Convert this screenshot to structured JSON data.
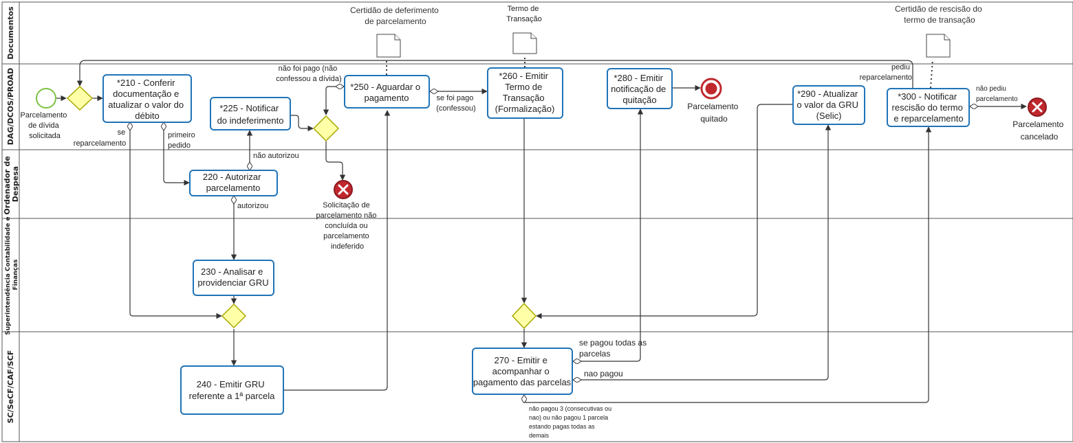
{
  "lanes": [
    {
      "id": "documentos",
      "label": "Documentos"
    },
    {
      "id": "dag",
      "label": "DAG/DCOS/PROAD"
    },
    {
      "id": "ordenador",
      "label_lines": [
        "Ordenador de",
        "Despesa"
      ]
    },
    {
      "id": "super",
      "label_lines": [
        "Superintendência Contabilidade e",
        "Finanças"
      ]
    },
    {
      "id": "sc",
      "label": "SC/SeCF/CAF/SCF"
    }
  ],
  "tasks": {
    "t210": [
      "*210 - Conferir",
      "documentação e",
      "atualizar o valor do",
      "débito"
    ],
    "t225": [
      "*225 - Notificar",
      "do indeferimento"
    ],
    "t220": [
      "220 - Autorizar",
      "parcelamento"
    ],
    "t230": [
      "230 - Analisar e",
      "providenciar GRU"
    ],
    "t240": [
      "240 - Emitir GRU",
      "referente a 1ª parcela"
    ],
    "t250": [
      "*250 - Aguardar o",
      "pagamento"
    ],
    "t260": [
      "*260 - Emitir",
      "Termo de",
      "Transação",
      "(Formalização)"
    ],
    "t270": [
      "270 - Emitir e",
      "acompanhar o",
      "pagamento das parcelas"
    ],
    "t280": [
      "*280 - Emitir",
      "notificação de",
      "quitação"
    ],
    "t290": [
      "*290 - Atualizar",
      "o valor da GRU",
      "(Selic)"
    ],
    "t300": [
      "*300 - Notificar",
      "rescisão do termo",
      "e reparcelamento"
    ]
  },
  "events": {
    "start": [
      "Parcelamento",
      "de dívida",
      "solicitada"
    ],
    "quitado": [
      "Parcelamento",
      "quitado"
    ],
    "cancelado": [
      "Parcelamento",
      "cancelado"
    ],
    "nao_concluida": [
      "Solicitação de",
      "parcelamento não",
      "concluída ou",
      "parcelamento",
      "indeferido"
    ]
  },
  "documents": {
    "deferimento": [
      "Certidão de deferimento",
      "de parcelamento"
    ],
    "termo": [
      "Termo de",
      "Transação"
    ],
    "rescisao": [
      "Certidão de rescisão do",
      "termo de transação"
    ]
  },
  "flow_labels": {
    "se_reparcelamento": [
      "se",
      "reparcelamento"
    ],
    "primeiro_pedido": [
      "primeiro",
      "pedido"
    ],
    "nao_autorizou": "não autorizou",
    "autorizou": "autorizou",
    "nao_foi_pago": [
      "não foi pago (não",
      "confessou a dívida)"
    ],
    "se_foi_pago": [
      "se foi pago",
      "(confessou)"
    ],
    "pediu_reparcelamento": [
      "pediu",
      "reparcelamento"
    ],
    "nao_pediu_parcelamento": [
      "não pediu",
      "parcelamento"
    ],
    "pagou_todas": [
      "se pagou todas as",
      "parcelas"
    ],
    "nao_pagou": "nao pagou",
    "nao_pagou_3": [
      "não pagou 3 (consecutivas ou",
      "nao) ou não pagou 1 parcela",
      "estando pagas todas as",
      "demais"
    ]
  }
}
